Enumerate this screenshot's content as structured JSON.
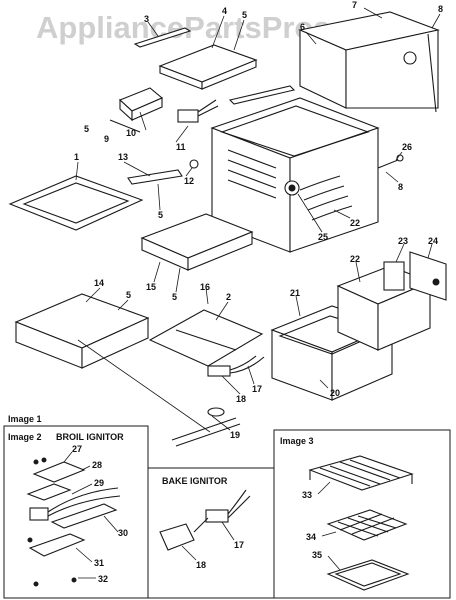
{
  "watermark": "AppliancePartsPros.com",
  "sections": {
    "image1": "Image 1",
    "image2": "Image 2",
    "image3": "Image 3",
    "broil_ignitor": "BROIL IGNITOR",
    "bake_ignitor": "BAKE IGNITOR"
  },
  "callouts": {
    "c1": "1",
    "c2": "2",
    "c3": "3",
    "c4": "4",
    "c5a": "5",
    "c5b": "5",
    "c5c": "5",
    "c5d": "5",
    "c5e": "5",
    "c6": "6",
    "c7": "7",
    "c8a": "8",
    "c8b": "8",
    "c9": "9",
    "c10": "10",
    "c11": "11",
    "c12": "12",
    "c13": "13",
    "c14": "14",
    "c15": "15",
    "c16": "16",
    "c17a": "17",
    "c17b": "17",
    "c18a": "18",
    "c18b": "18",
    "c19": "19",
    "c20": "20",
    "c21": "21",
    "c22a": "22",
    "c22b": "22",
    "c23": "23",
    "c24": "24",
    "c25": "25",
    "c26": "26",
    "c27": "27",
    "c28": "28",
    "c29": "29",
    "c30": "30",
    "c31": "31",
    "c32": "32",
    "c33": "33",
    "c34": "34",
    "c35": "35"
  }
}
